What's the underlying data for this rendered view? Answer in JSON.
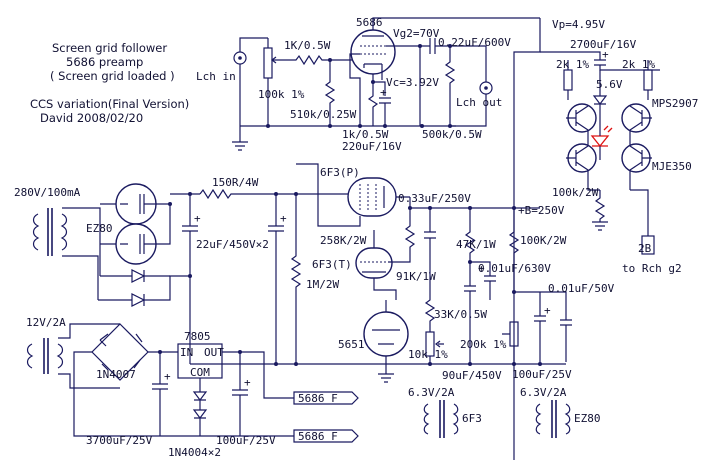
{
  "title": {
    "line1": "Screen grid follower",
    "line2": "5686 preamp",
    "line3": "( Screen grid loaded )",
    "line4": "CCS variation(Final Version)",
    "line5": "David 2008/02/20"
  },
  "tubes": {
    "t5686": "5686",
    "t6f3p": "6F3(P)",
    "t6f3t": "6F3(T)",
    "t5651": "5651",
    "tez80": "EZ80"
  },
  "voltages": {
    "vg2": "Vg2=70V",
    "vc": "Vc=3.92V",
    "vp": "Vp=4.95V",
    "bplus": "+B=250V"
  },
  "labels": {
    "lch_in": "Lch in",
    "lch_out": "Lch out",
    "to_rch": "to Rch g2",
    "reg": "7805",
    "reg_in": "IN",
    "reg_out": "OUT",
    "reg_com": "COM",
    "f5686a": "5686 F",
    "f5686b": "5686 F",
    "q1": "MPS2907",
    "q2": "MJE350",
    "zener": "5.6V",
    "heater_6f3": "6.3V/2A",
    "heater_ez80": "6.3V/2A",
    "name_6f3": "6F3",
    "name_ez80": "EZ80",
    "trans_hv": "280V/100mA",
    "trans_12": "12V/2A",
    "pin_2b": "2B"
  },
  "components": {
    "r1k": "1K/0.5W",
    "pot100k": "100k 1%",
    "r510k": "510k/0.25W",
    "r1k2": "1k/0.5W",
    "c220": "220uF/16V",
    "c022": "0.22uF/600V",
    "r500k": "500k/0.5W",
    "c2700": "2700uF/16V",
    "pot2ka": "2k 1%",
    "pot2kb": "2k 1%",
    "r100k2w": "100k/2W",
    "r150": "150R/4W",
    "c22": "22uF/450V×2",
    "c033": "0.33uF/250V",
    "r258k": "258K/2W",
    "r47k": "47K/1W",
    "r100k": "100K/2W",
    "r91k": "91K/1W",
    "c001a": "0.01uF/630V",
    "c001b": "0.01uF/50V",
    "r1m": "1M/2W",
    "r33k": "33K/0.5W",
    "pot200k": "200k 1%",
    "pot10k": "10k 1%",
    "c90": "90uF/450V",
    "c100a": "100uF/25V",
    "c100b": "100uF/25V",
    "c3700": "3700uF/25V",
    "d1n4007": "1N4007",
    "d1n4004": "1N4004×2"
  }
}
